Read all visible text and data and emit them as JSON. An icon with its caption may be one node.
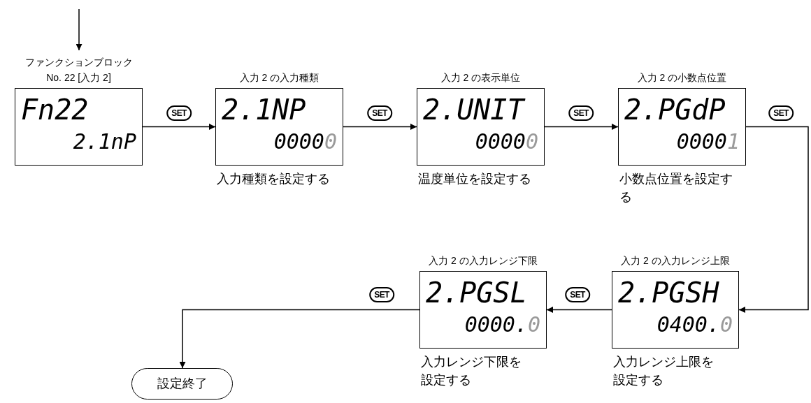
{
  "diagram": {
    "nodes": [
      {
        "text": [
          "ファンクションブロック No. 22 [入力 2]",
          "Fn22",
          "2.1nP"
        ]
      },
      {
        "text": [
          "入力 2 の入力種類",
          "2.1NP",
          "00000"
        ],
        "beside": [
          "入力種類を設定する"
        ]
      },
      {
        "text": [
          "入力 2 の表示単位",
          "2.UNIT",
          "00000"
        ],
        "beside": [
          "温度単位を設定する"
        ]
      },
      {
        "text": [
          "入力 2 の小数点位置",
          "2.PGdP",
          "00001"
        ],
        "beside": [
          "小数点位置を設定する"
        ]
      },
      {
        "text": [
          "入力 2 の入力レンジ上限",
          "2.PGSH",
          "0400.0"
        ],
        "beside": [
          "入力レンジ上限を設定する"
        ]
      },
      {
        "text": [
          "入力 2 の入力レンジ下限",
          "2.PGSL",
          "0000.0"
        ],
        "beside": [
          "入力レンジ下限を設定する"
        ]
      },
      {
        "text": [
          "設定終了"
        ]
      }
    ],
    "edges": [
      {
        "from": null,
        "to": 0,
        "arrow": "to"
      },
      {
        "from": 0,
        "to": 1,
        "arrow": "to",
        "label": "SET"
      },
      {
        "from": 1,
        "to": 2,
        "arrow": "to",
        "label": "SET"
      },
      {
        "from": 2,
        "to": 3,
        "arrow": "to",
        "label": "SET"
      },
      {
        "from": 3,
        "to": 4,
        "arrow": "to",
        "label": "SET"
      },
      {
        "from": 4,
        "to": 5,
        "arrow": "to",
        "label": "SET"
      },
      {
        "from": 5,
        "to": 6,
        "arrow": "to",
        "label": "SET"
      }
    ]
  }
}
